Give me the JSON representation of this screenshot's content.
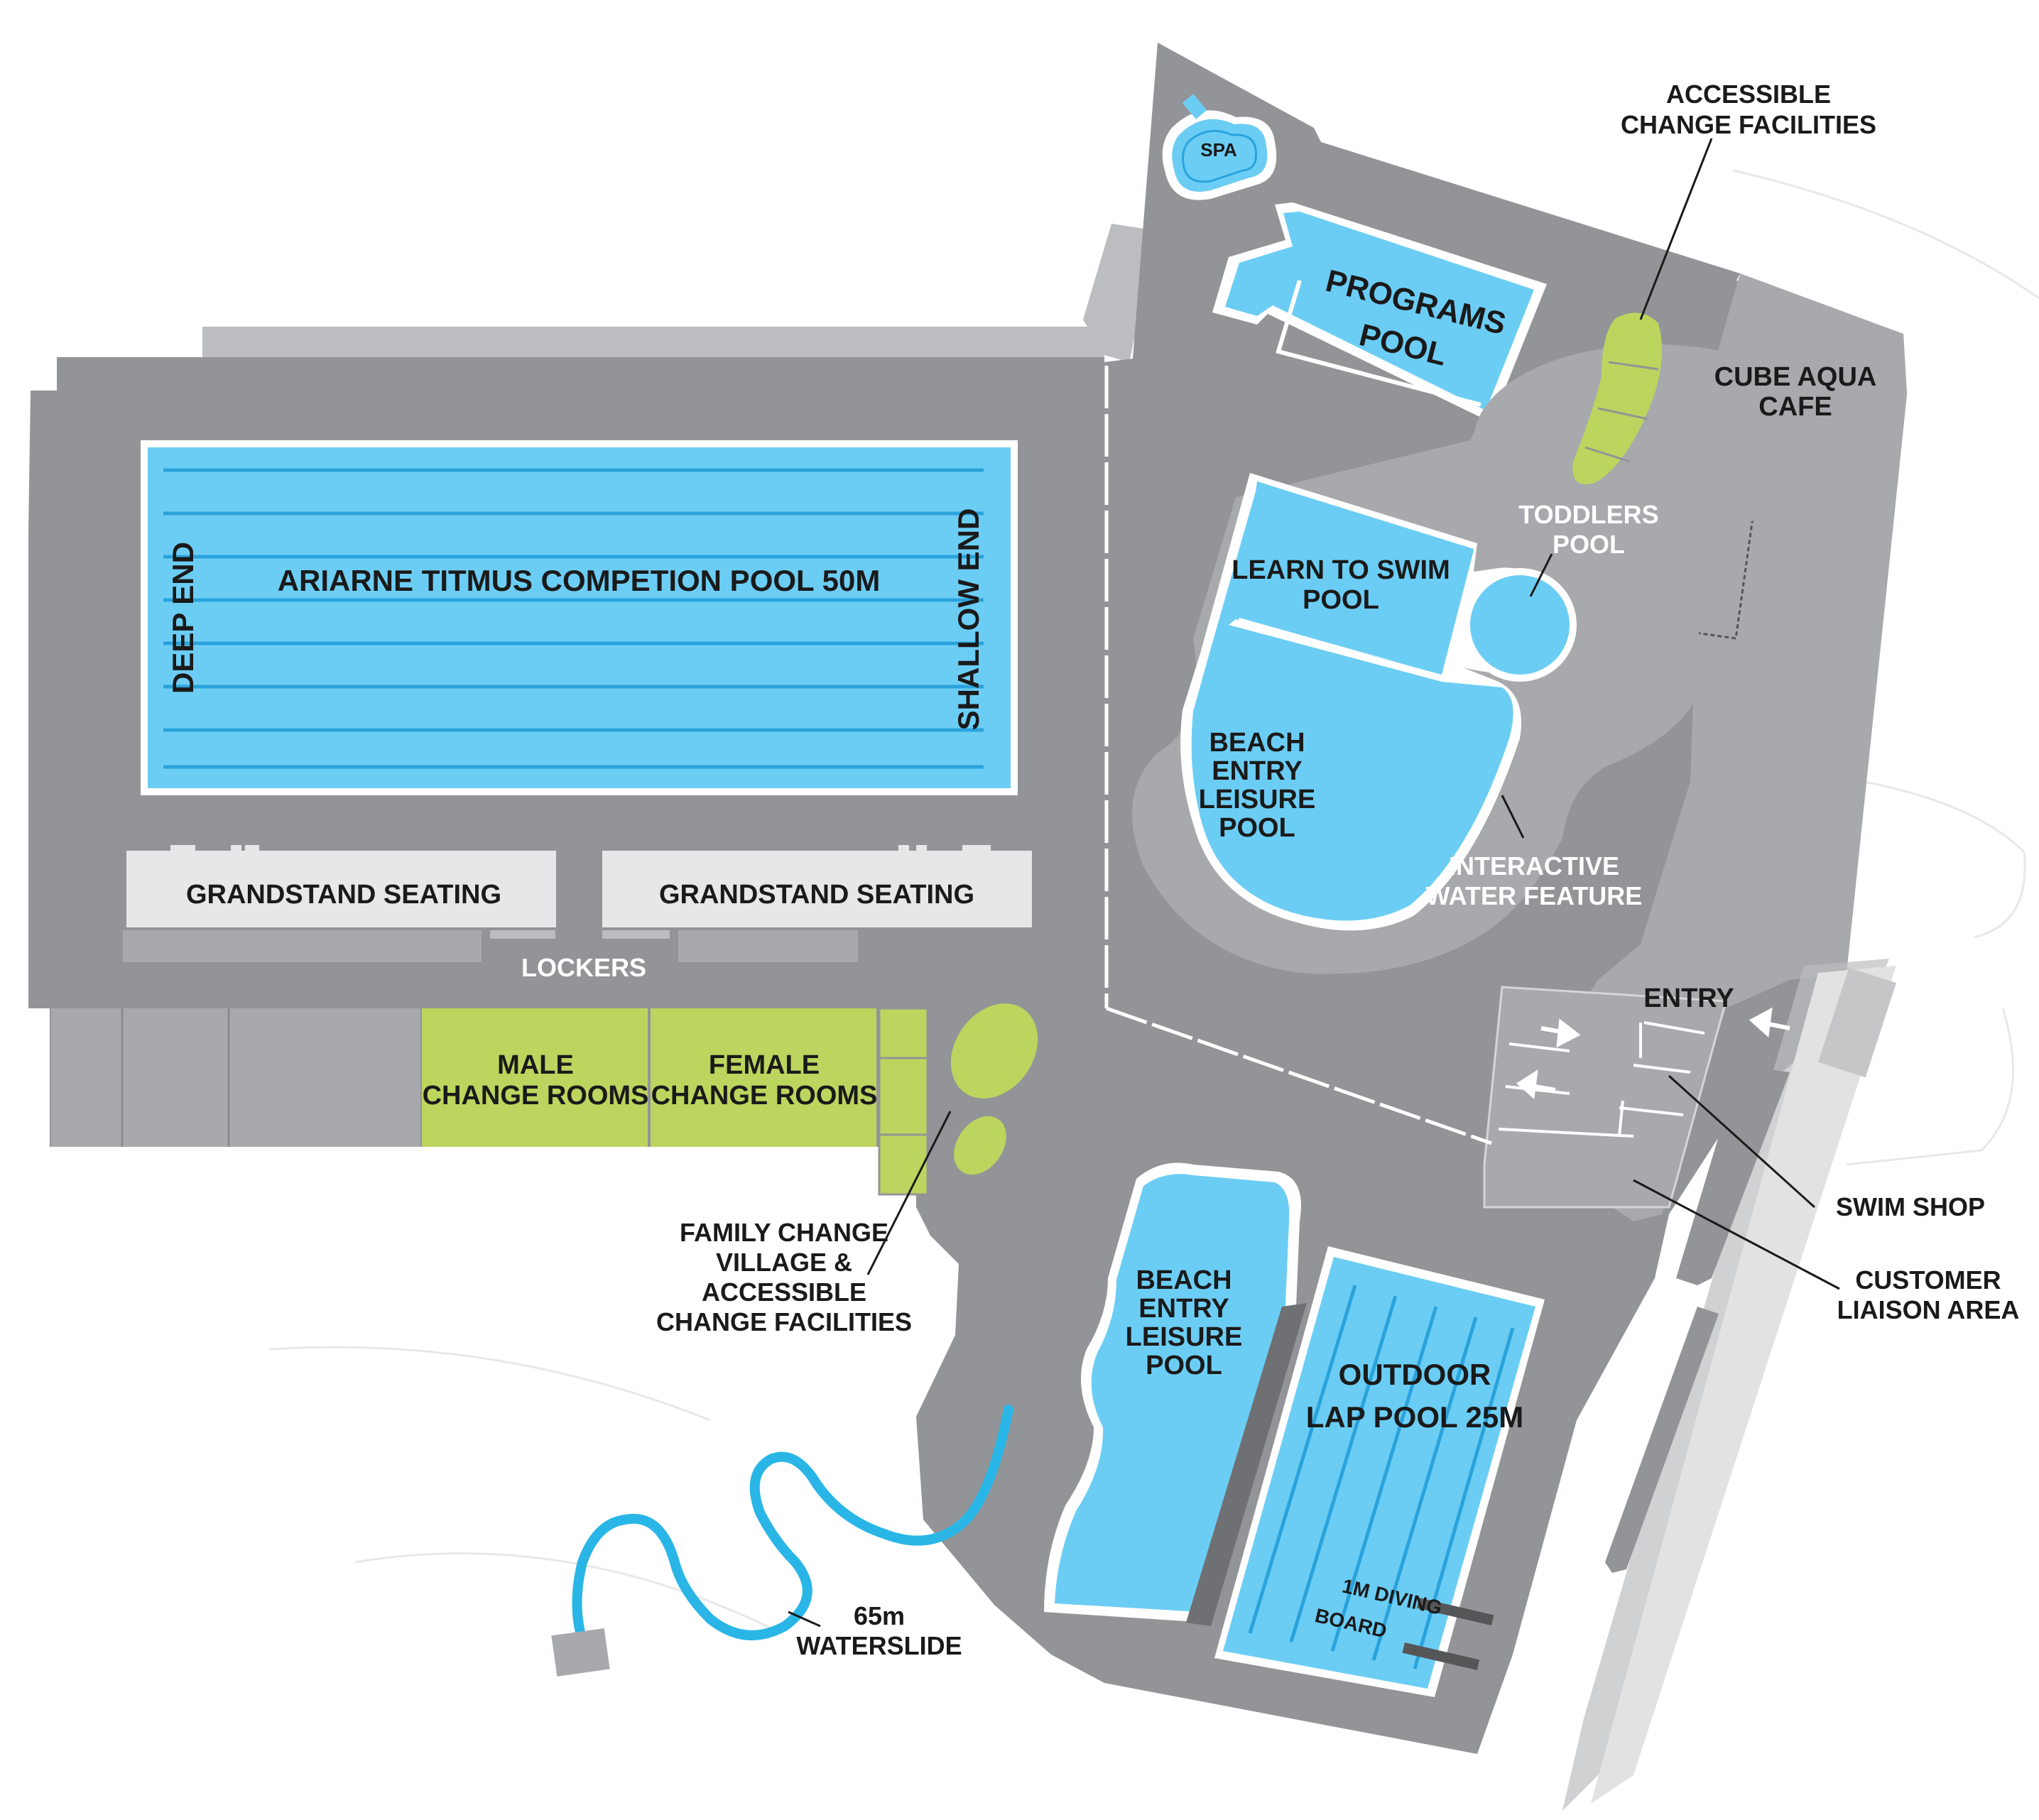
{
  "title": "",
  "colors": {
    "building": "#939497",
    "building_light": "#a8a9ad",
    "pale_grey": "#bcbdc0",
    "pool_water": "#6ccdf4",
    "pool_edge": "#ffffff",
    "lane_line": "#2aa3dc",
    "change_rooms": "#bcd55e",
    "seating": "#e6e7e8",
    "slide": "#29b6e6",
    "label_dark": "#1a1a1a",
    "label_light": "#ffffff"
  },
  "icons": [
    "entry-arrow-icon",
    "entry-arrow-icon",
    "entry-arrow-icon"
  ],
  "facilities": {
    "competition_pool": {
      "name": "ARIARNE TITMUS COMPETION POOL 50M",
      "deep": "DEEP END",
      "shallow": "SHALLOW END"
    },
    "grandstand_left": "GRANDSTAND SEATING",
    "grandstand_right": "GRANDSTAND SEATING",
    "lockers": "LOCKERS",
    "male_change": [
      "MALE",
      "CHANGE ROOMS"
    ],
    "female_change": [
      "FEMALE",
      "CHANGE ROOMS"
    ],
    "family_change": [
      "FAMILY CHANGE",
      "VILLAGE &",
      "ACCESSIBLE",
      "CHANGE FACILITIES"
    ],
    "spa": "SPA",
    "programs_pool": [
      "PROGRAMS",
      "POOL"
    ],
    "accessible_change": [
      "ACCESSIBLE",
      "CHANGE FACILITIES"
    ],
    "cafe": [
      "CUBE AQUA",
      "CAFE"
    ],
    "toddlers_pool": [
      "TODDLERS",
      "POOL"
    ],
    "learn_to_swim": [
      "LEARN TO SWIM",
      "POOL"
    ],
    "beach_entry_indoor": [
      "BEACH",
      "ENTRY",
      "LEISURE",
      "POOL"
    ],
    "interactive": [
      "INTERACTIVE",
      "WATER FEATURE"
    ],
    "entry": "ENTRY",
    "swim_shop": "SWIM SHOP",
    "customer_liaison": [
      "CUSTOMER",
      "LIAISON AREA"
    ],
    "beach_entry_outdoor": [
      "BEACH",
      "ENTRY",
      "LEISURE",
      "POOL"
    ],
    "outdoor_lap_pool": [
      "OUTDOOR",
      "LAP POOL 25M"
    ],
    "diving_board": [
      "1M DIVING",
      "BOARD"
    ],
    "waterslide": [
      "65m",
      "WATERSLIDE"
    ]
  }
}
